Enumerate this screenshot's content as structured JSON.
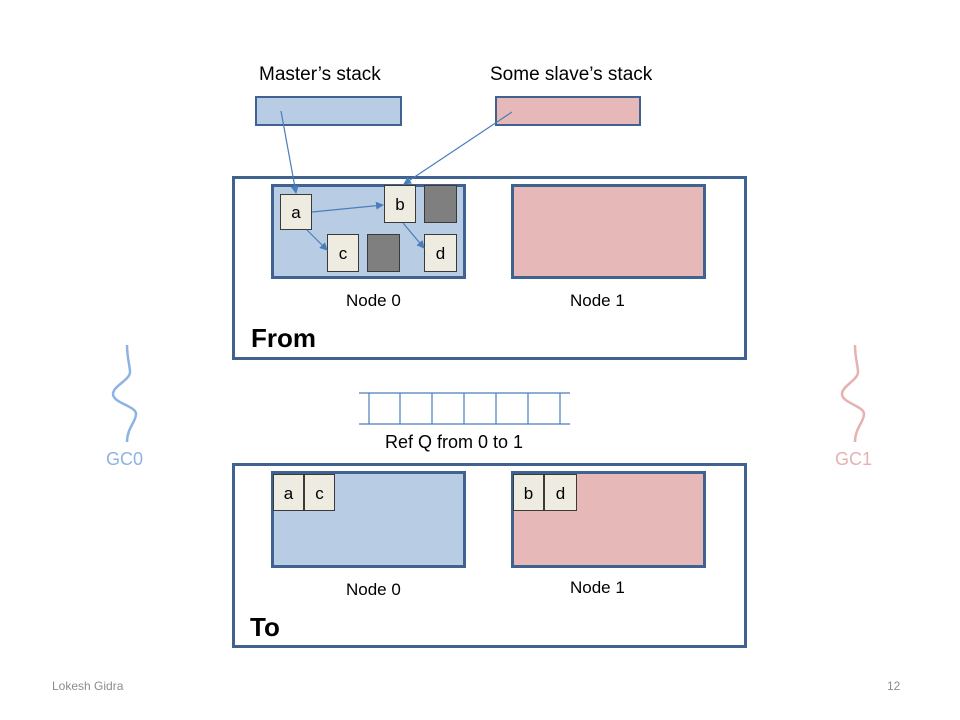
{
  "stacks": {
    "master_label": "Master’s stack",
    "slave_label": "Some slave’s stack"
  },
  "from_space": {
    "title": "From",
    "node0_label": "Node 0",
    "node1_label": "Node 1",
    "objects": {
      "a": "a",
      "b": "b",
      "c": "c",
      "d": "d"
    }
  },
  "ref_queue": {
    "label": "Ref Q from 0 to 1",
    "slots": 7
  },
  "gc": {
    "gc0": "GC0",
    "gc1": "GC1"
  },
  "to_space": {
    "title": "To",
    "node0_label": "Node 0",
    "node1_label": "Node 1",
    "node0_objects": [
      "a",
      "c"
    ],
    "node1_objects": [
      "b",
      "d"
    ]
  },
  "footer": {
    "author": "Lokesh Gidra",
    "page": "12"
  },
  "colors": {
    "border": "#3f6291",
    "node0_fill": "#b8cce4",
    "node1_fill": "#e6b9b8",
    "object_fill": "#eeece1",
    "gc0_color": "#8db3e2",
    "gc1_color": "#e6b1b1",
    "arrow": "#4a7ebb"
  }
}
